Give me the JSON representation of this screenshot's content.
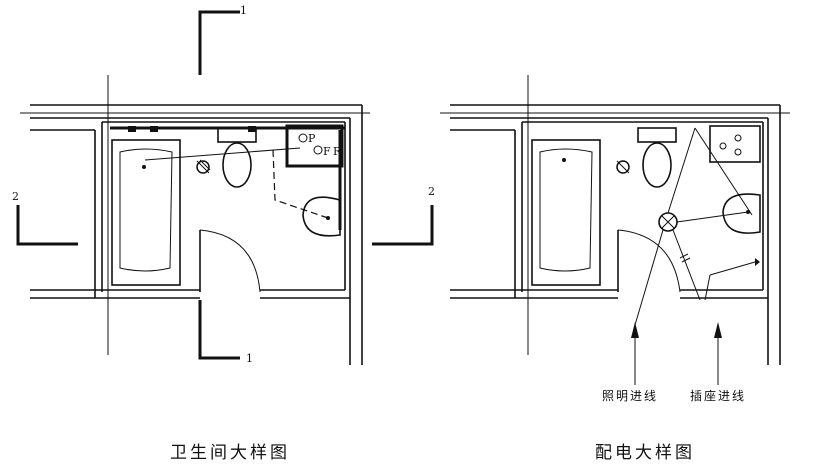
{
  "left_plan": {
    "title": "卫生间大样图",
    "section_marks": {
      "top": "1",
      "bottom": "1",
      "left": "2",
      "right": "2"
    },
    "fixture_labels": {
      "p": "P",
      "f": "F",
      "r": "R"
    }
  },
  "right_plan": {
    "title": "配电大样图",
    "lighting_feed": "照明进线",
    "socket_feed": "插座进线"
  }
}
